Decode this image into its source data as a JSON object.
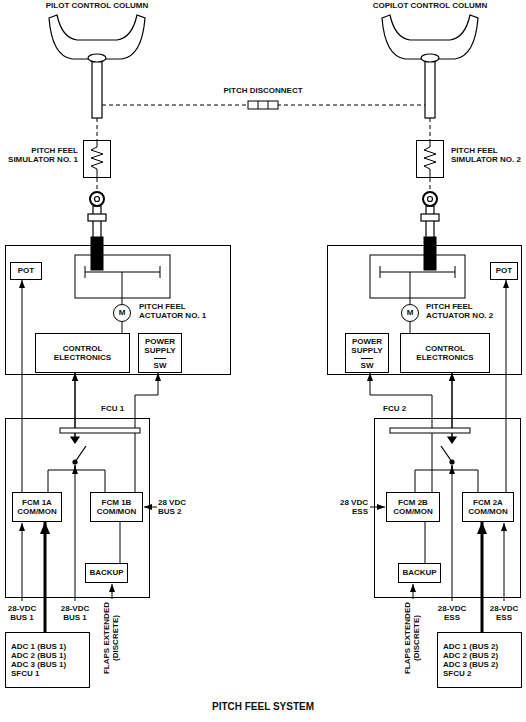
{
  "diagram": {
    "title": "PITCH FEEL SYSTEM",
    "nodes": [
      {
        "text": [
          "PITCH FEEL SIMULATOR NO. 1"
        ]
      },
      {
        "text": [
          "PITCH FEEL SIMULATOR NO. 2"
        ]
      },
      {
        "text": [
          "PITCH FEEL ACTUATOR NO. 1"
        ]
      },
      {
        "text": [
          "POT"
        ],
        "in": 2
      },
      {
        "text": [
          "M"
        ],
        "in": 2
      },
      {
        "text": [
          "CONTROL ELECTRONICS"
        ],
        "in": 2
      },
      {
        "text": [
          "POWER SUPPLY",
          "SW"
        ],
        "in": 2
      },
      {
        "text": [
          "PITCH FEEL ACTUATOR NO. 2"
        ]
      },
      {
        "text": [
          "M"
        ],
        "in": 7
      },
      {
        "text": [
          "POWER SUPPLY",
          "SW"
        ],
        "in": 7
      },
      {
        "text": [
          "CONTROL ELECTRONICS"
        ],
        "in": 7
      },
      {
        "text": [
          "POT"
        ],
        "in": 7
      },
      {
        "text": [
          "FCU 1"
        ]
      },
      {
        "text": [
          "FCM 1A",
          "COM/MON"
        ],
        "in": 12
      },
      {
        "text": [
          "FCM 1B",
          "COM/MON"
        ],
        "in": 12
      },
      {
        "text": [
          "BACKUP"
        ],
        "in": 12
      },
      {
        "text": [
          "FCU 2"
        ]
      },
      {
        "text": [
          "FCM 2B",
          "COM/MON"
        ],
        "in": 16
      },
      {
        "text": [
          "FCM 2A",
          "COM/MON"
        ],
        "in": 16
      },
      {
        "text": [
          "BACKUP"
        ],
        "in": 16
      },
      {
        "text": [
          "ADC 1 (BUS 1)",
          "ADC 2 (BUS 1)",
          "ADC 3 (BUS 1)",
          "SFCU 1"
        ]
      },
      {
        "text": [
          "ADC 1 (BUS 2)",
          "ADC 2 (BUS 2)",
          "ADC 3 (BUS 2)",
          "SFCU 2"
        ]
      }
    ],
    "edges": [
      {
        "from": 20,
        "to": 13,
        "arrow": "to"
      },
      {
        "from": 13,
        "to": 3,
        "arrow": "to"
      },
      {
        "from": 13,
        "to": 5,
        "arrow": "to"
      },
      {
        "from": 14,
        "to": 5,
        "arrow": "to"
      },
      {
        "from": 14,
        "to": 6,
        "arrow": "to"
      },
      {
        "from": 21,
        "to": 18,
        "arrow": "to"
      },
      {
        "from": 18,
        "to": 11,
        "arrow": "to"
      },
      {
        "from": 18,
        "to": 10,
        "arrow": "to"
      },
      {
        "from": 17,
        "to": 10,
        "arrow": "to"
      },
      {
        "from": 17,
        "to": 9,
        "arrow": "to"
      },
      {
        "from": 0,
        "to": 2,
        "arrow": "none"
      },
      {
        "from": 1,
        "to": 7,
        "arrow": "none"
      }
    ],
    "labels": [
      "PILOT CONTROL COLUMN",
      "COPILOT CONTROL COLUMN",
      "PITCH DISCONNECT",
      "28 VDC BUS 2",
      "28-VDC BUS 1",
      "28-VDC BUS 1",
      "FLAPS EXTENDED (DISCRETE)",
      "28 VDC ESS",
      "FLAPS EXTENDED (DISCRETE)",
      "28-VDC ESS",
      "28-VDC ESS"
    ]
  }
}
